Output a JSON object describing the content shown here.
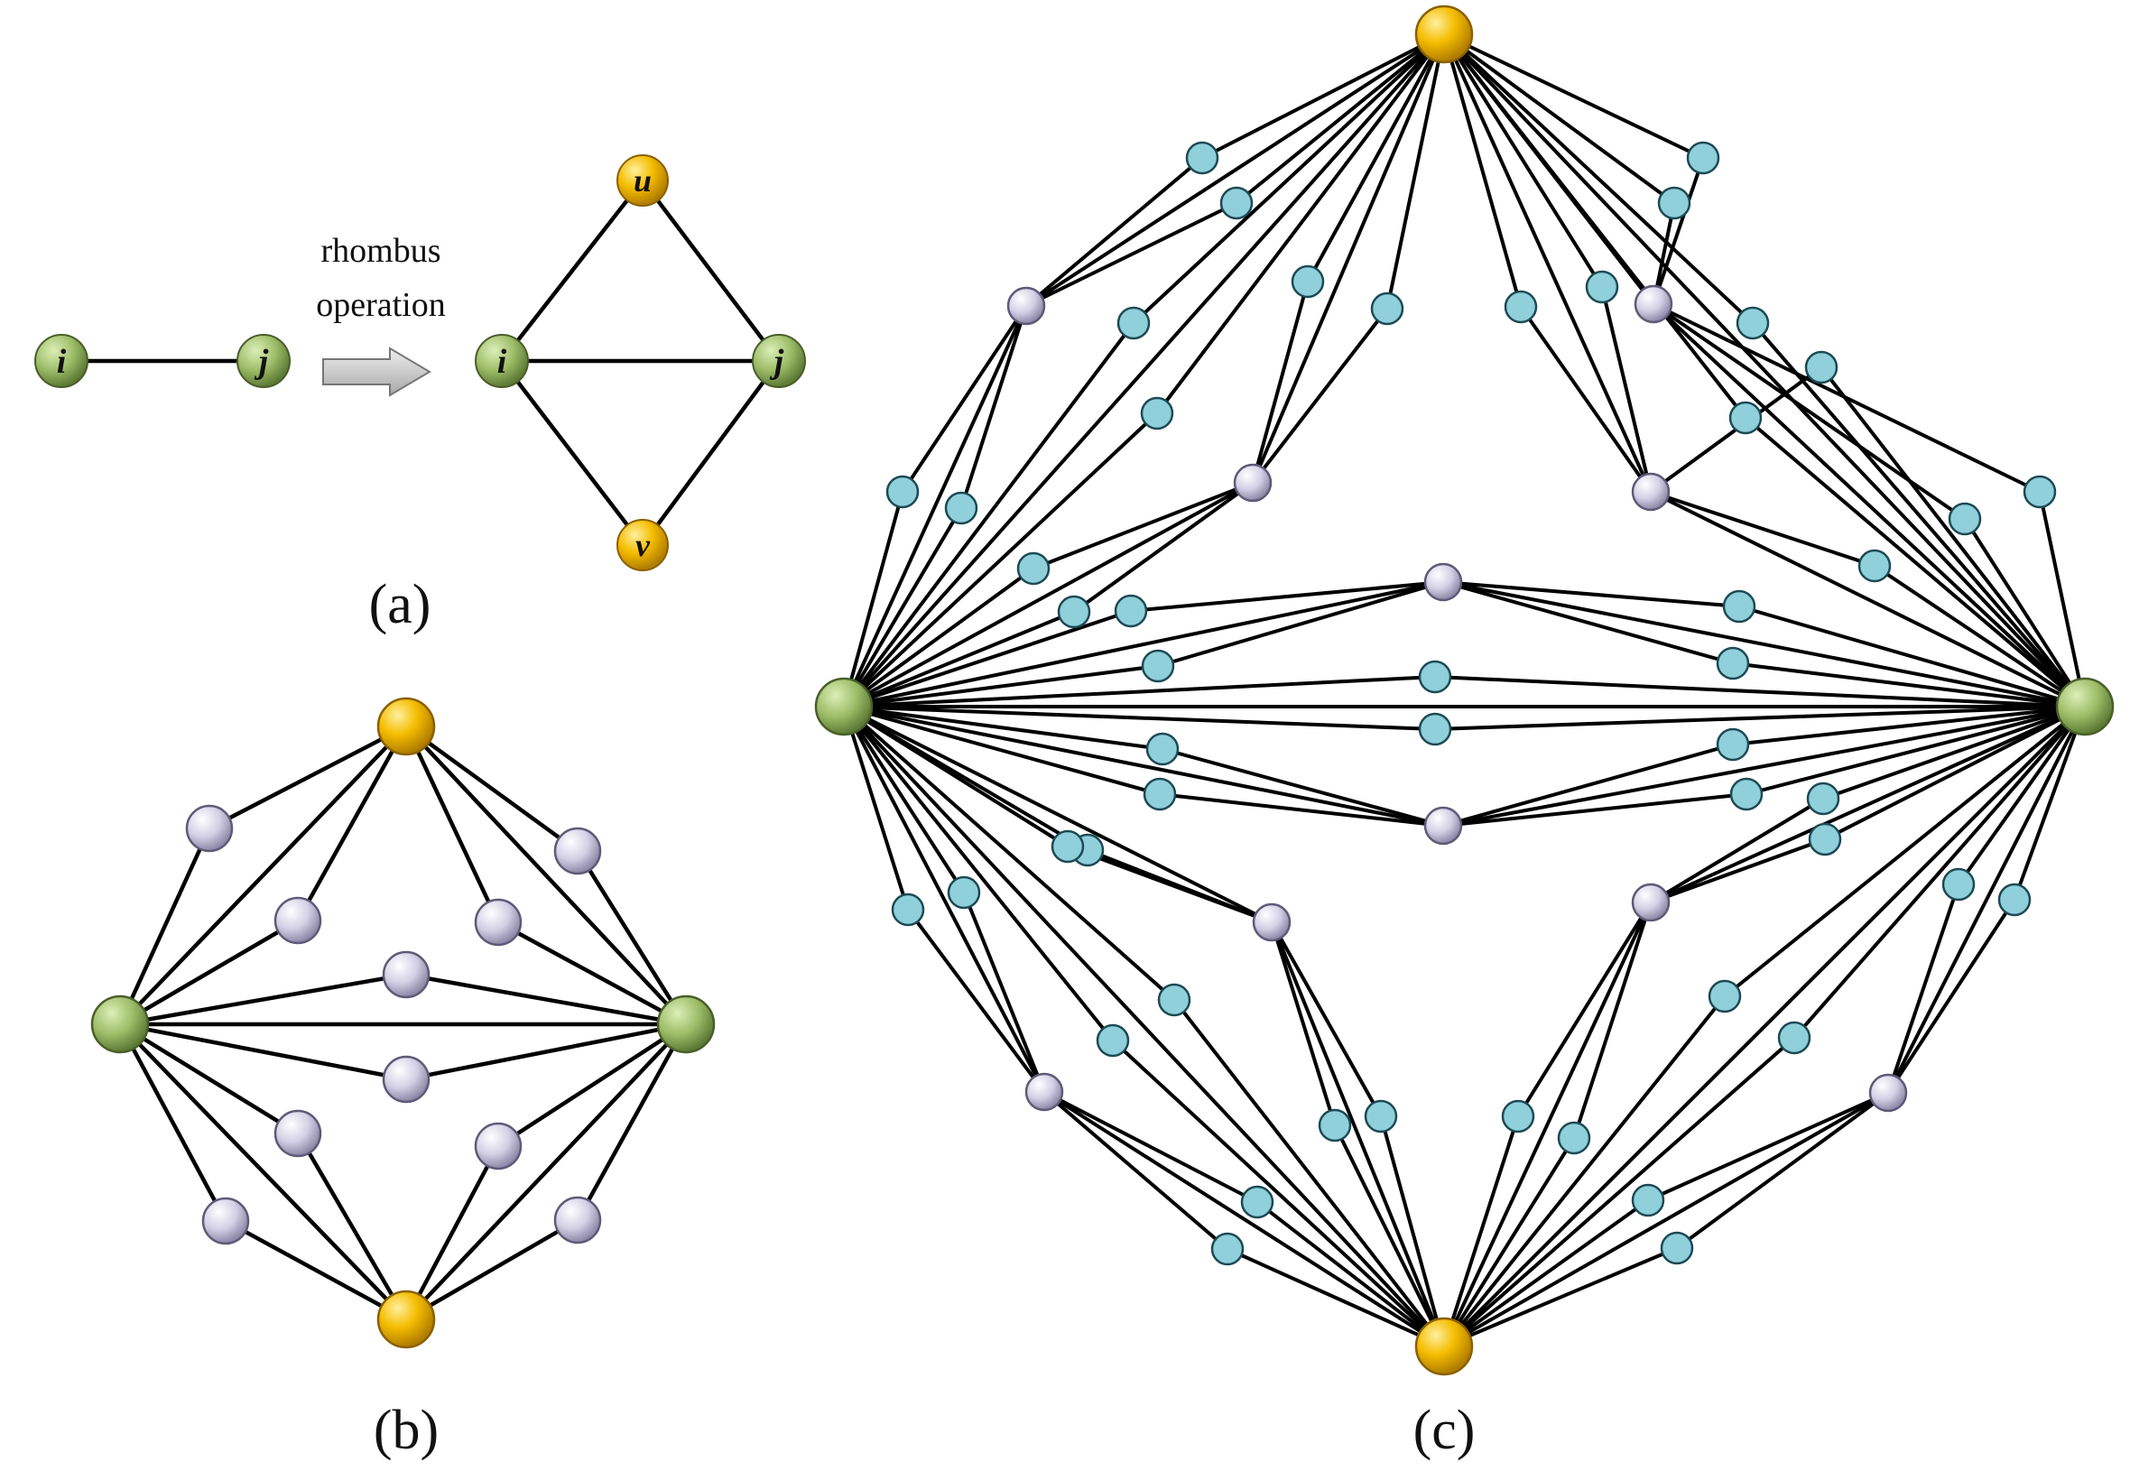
{
  "colors": {
    "edge": "#000000",
    "hub": "#9dbd68",
    "apex": "#f5bd00",
    "mid": "#d4d0e6",
    "leaf": "#8fd0da",
    "arrow": "#c7c7c7"
  },
  "panel_a": {
    "caption": "(a)",
    "operation_line1": "rhombus",
    "operation_line2": "operation",
    "label_i": "i",
    "label_j": "j",
    "label_u": "u",
    "label_v": "v"
  },
  "panel_b": {
    "caption": "(b)"
  },
  "panel_c": {
    "caption": "(c)"
  }
}
